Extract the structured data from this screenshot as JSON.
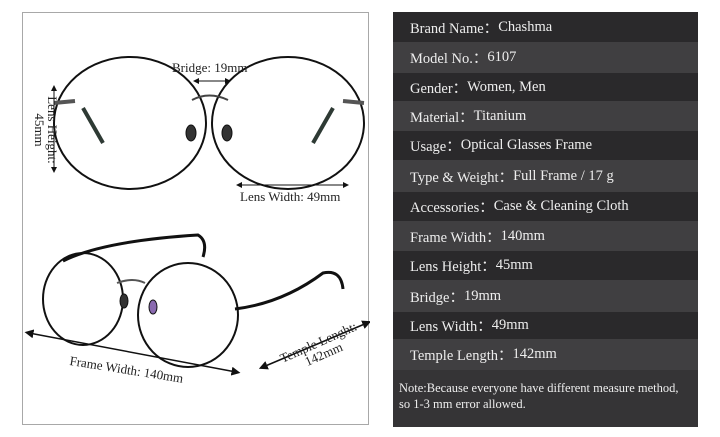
{
  "diagram": {
    "bridge_label": "Bridge: 19mm",
    "lens_height_label": "Lens Height:",
    "lens_height_value": "45mm",
    "lens_width_label": "Lens Width: 49mm",
    "frame_width_label": "Frame Width:  140mm",
    "temple_label": "Temple Lenght:",
    "temple_value": "142mm"
  },
  "specs": [
    {
      "label": "Brand Name：",
      "value": "Chashma"
    },
    {
      "label": "Model No.：",
      "value": "6107"
    },
    {
      "label": "Gender：",
      "value": "Women, Men"
    },
    {
      "label": "Material：",
      "value": "Titanium"
    },
    {
      "label": "Usage：",
      "value": "Optical Glasses Frame"
    },
    {
      "label": "Type & Weight：",
      "value": "Full Frame / 17 g"
    },
    {
      "label": "Accessories：",
      "value": "Case & Cleaning Cloth"
    },
    {
      "label": "Frame Width：",
      "value": "140mm"
    },
    {
      "label": "Lens Height：",
      "value": "45mm"
    },
    {
      "label": "Bridge：",
      "value": "19mm"
    },
    {
      "label": "Lens Width：",
      "value": "49mm"
    },
    {
      "label": "Temple Length：",
      "value": "142mm"
    }
  ],
  "note": "Note:Because everyone have different measure method, so 1-3 mm error allowed.",
  "colors": {
    "row_dark": "#2a292b",
    "row_light": "#403f41",
    "frame": "#111111"
  }
}
